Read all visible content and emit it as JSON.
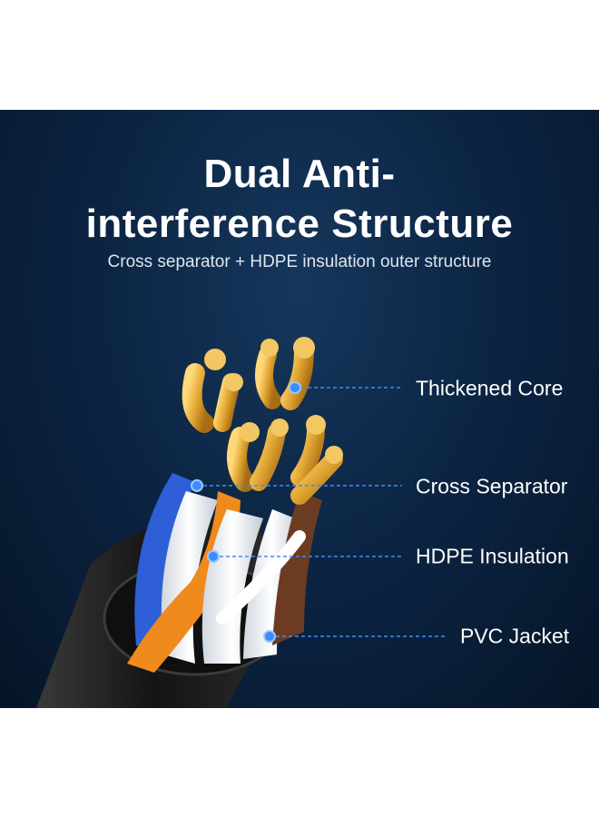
{
  "title": {
    "line1": "Dual Anti-",
    "line2": "interference Structure"
  },
  "subtitle": "Cross separator + HDPE insulation outer structure",
  "callouts": [
    {
      "label": "Thickened Core"
    },
    {
      "label": "Cross Separator"
    },
    {
      "label": "HDPE Insulation"
    },
    {
      "label": "PVC Jacket"
    }
  ],
  "colors": {
    "background": "#0c2544",
    "callout_dot": "#3a8dff",
    "callout_line": "#3a8dff",
    "copper": "#e0a531",
    "jacket": "#141414",
    "wire_blue": "#2f5fd6",
    "wire_orange": "#f08a1c",
    "wire_brown": "#6b3b22",
    "insulation_white": "#eef1f4"
  }
}
